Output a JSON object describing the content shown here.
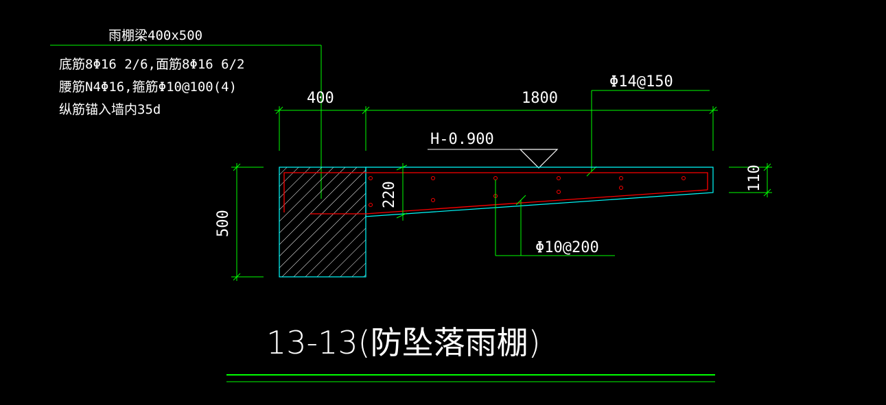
{
  "notes": {
    "beam_label": "雨棚梁400x500",
    "line1": "底筋8Φ16 2/6,面筋8Φ16 6/2",
    "line2": "腰筋N4Φ16,箍筋Φ10@100(4)",
    "line3": "纵筋锚入墙内35d"
  },
  "dims": {
    "beam_width": "400",
    "canopy_length": "1800",
    "beam_height": "500",
    "root_thickness": "220",
    "tip_thickness": "110"
  },
  "labels": {
    "top_bar": "Φ14@150",
    "bottom_bar": "Φ10@200",
    "elevation": "H-0.900"
  },
  "title": "13-13(防坠落雨棚)",
  "colors": {
    "background": "#000000",
    "dimension": "#00ff00",
    "outline": "#00ffff",
    "rebar": "#ff0000",
    "text": "#ffffff",
    "triangle": "#ffffff"
  }
}
